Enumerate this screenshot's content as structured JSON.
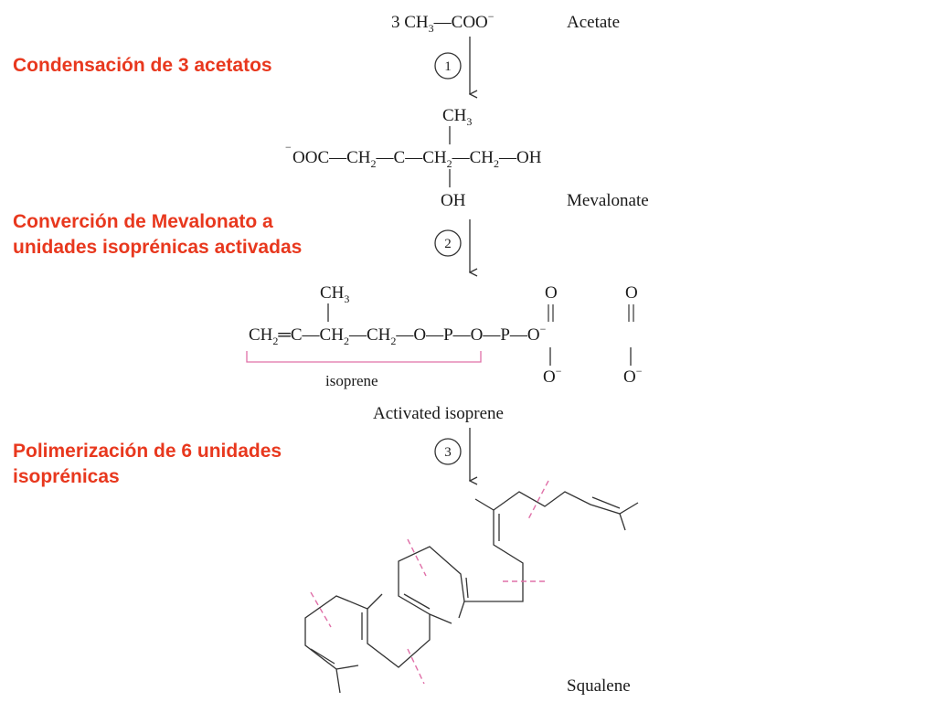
{
  "colors": {
    "label": "#e8381e",
    "structure": "#333333",
    "bracket": "#e070a8",
    "cut": "#e070a8"
  },
  "labels": {
    "step1": [
      "Condensación de 3 acetatos"
    ],
    "step2": [
      "Converción de Mevalonato a",
      "unidades isoprénicas activadas"
    ],
    "step3": [
      "Polimerización de 6 unidades",
      "isoprénicas"
    ]
  },
  "compounds": {
    "acetate": {
      "formula_prefix": "3 CH",
      "formula_sub": "3",
      "formula_suffix": "—COO",
      "formula_charge": "−",
      "name": "Acetate"
    },
    "mevalonate": {
      "top": "CH",
      "top_sub": "3",
      "charge": "−",
      "main": [
        "OOC—CH",
        "2",
        "—C—CH",
        "2",
        "—CH",
        "2",
        "—OH"
      ],
      "bottom": "OH",
      "name": "Mevalonate"
    },
    "activated_isoprene": {
      "top": "CH",
      "top_sub": "3",
      "main_left": [
        "CH",
        "2",
        "═C—CH",
        "2",
        "—CH",
        "2",
        "—O—P—O—P—O"
      ],
      "charge": "−",
      "oxygen_top": "O",
      "oxygen_bottom": "O",
      "bracket_label": "isoprene",
      "name": "Activated isoprene"
    },
    "squalene": {
      "name": "Squalene"
    }
  },
  "steps": [
    "1",
    "2",
    "3"
  ]
}
